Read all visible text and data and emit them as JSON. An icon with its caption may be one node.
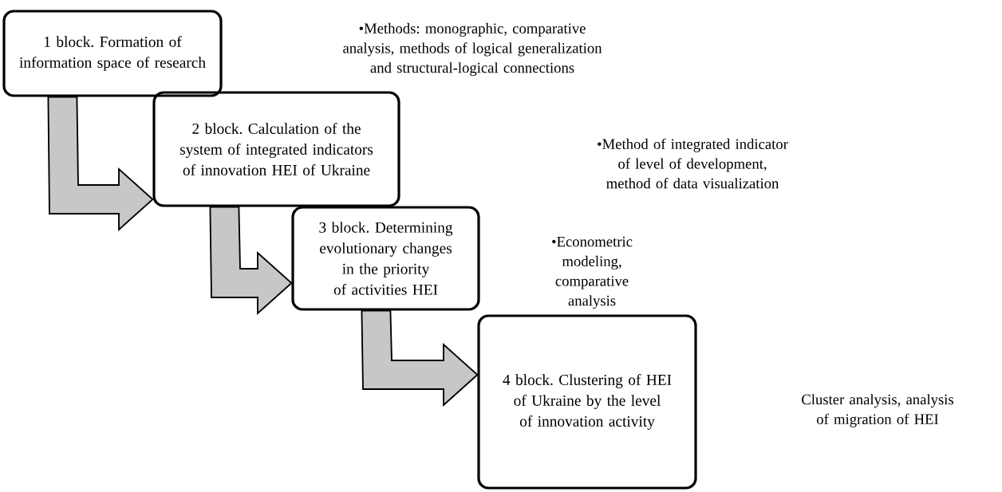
{
  "diagram": {
    "nodes": [
      {
        "text": [
          "1 block. Formation of information space of research"
        ]
      },
      {
        "text": [
          "2 block. Calculation of the system of integrated indicators of innovation HEI  of Ukraine"
        ]
      },
      {
        "text": [
          "3 block. Determining evolutionary changes in the priority of activities HEI"
        ]
      },
      {
        "text": [
          "4 block. Clustering of HEI of Ukraine by the level of innovation activity"
        ]
      }
    ],
    "edges": [
      {
        "from": 0,
        "to": 1,
        "arrow": "to"
      },
      {
        "from": 1,
        "to": 2,
        "arrow": "to"
      },
      {
        "from": 2,
        "to": 3,
        "arrow": "to"
      }
    ],
    "labels": [
      "•Methods: monographic, comparative analysis, methods of logical generalization and structural-logical connections",
      "•Method of integrated indicator of level of development, method of data visualization",
      "•Econometric modeling, comparative analysis",
      "Cluster analysis, analysis of migration of HEI"
    ]
  }
}
